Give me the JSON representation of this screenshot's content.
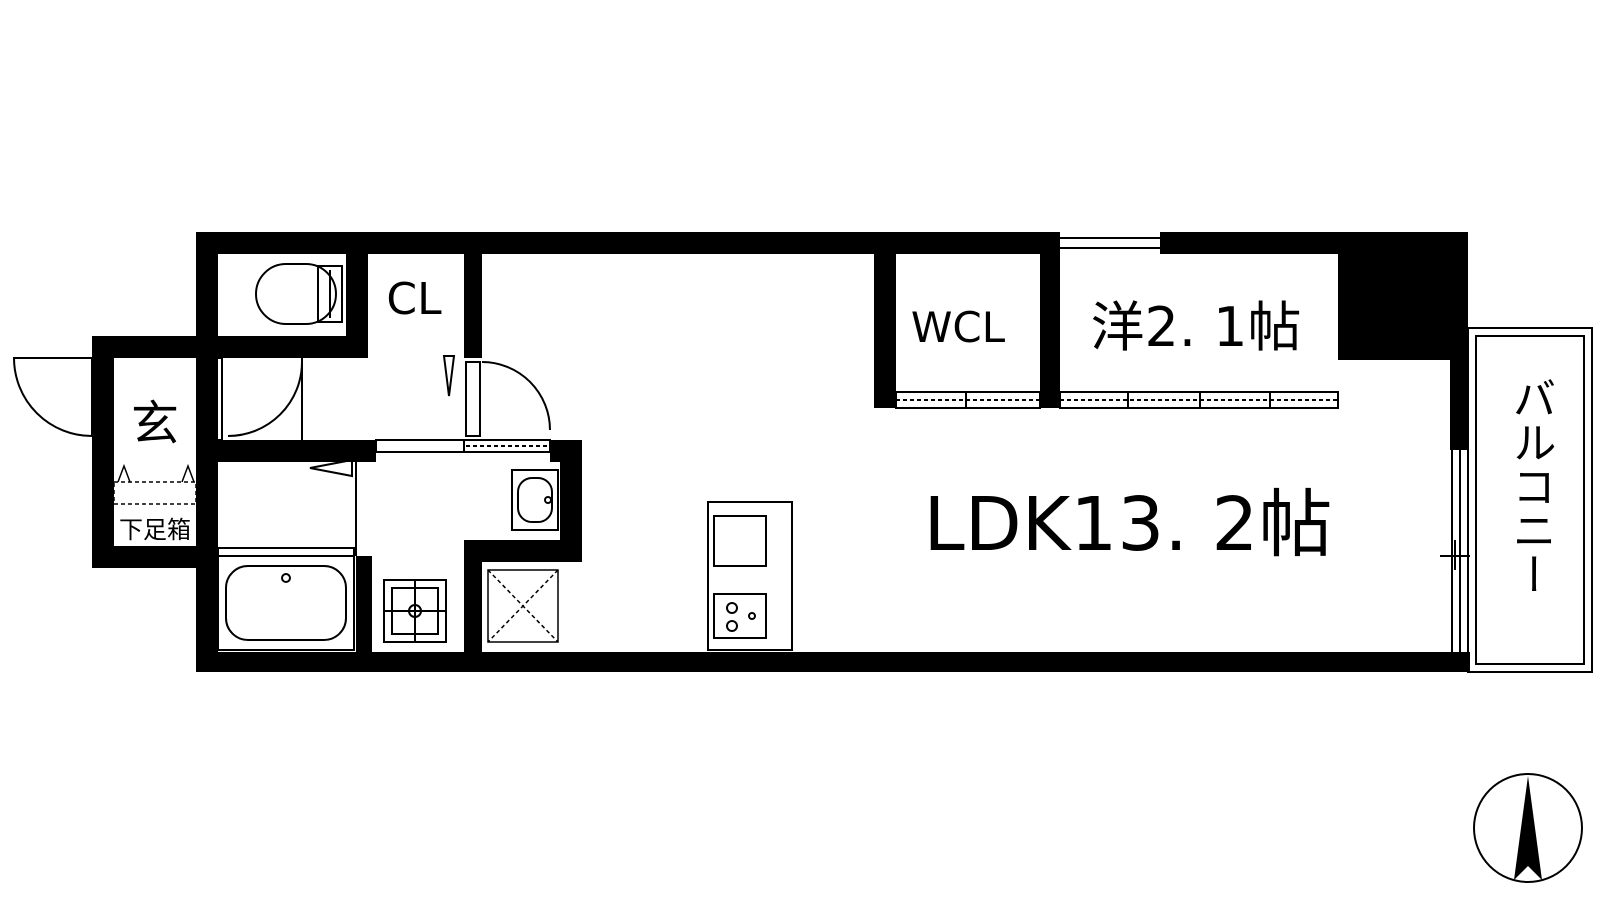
{
  "rooms": {
    "entrance": "玄",
    "shoe_box": "下足箱",
    "closet": "CL",
    "walk_in_closet": "WCL",
    "western_room": "洋2. 1帖",
    "ldk": "LDK13. 2帖",
    "balcony": "バルコニー"
  },
  "colors": {
    "wall": "#000000",
    "line": "#000000",
    "background": "#ffffff"
  },
  "icons": {
    "compass": "north-arrow-icon",
    "toilet": "toilet-icon",
    "bathtub": "bathtub-icon",
    "washbasin": "washbasin-icon",
    "stove": "stove-icon",
    "sink": "sink-icon"
  }
}
